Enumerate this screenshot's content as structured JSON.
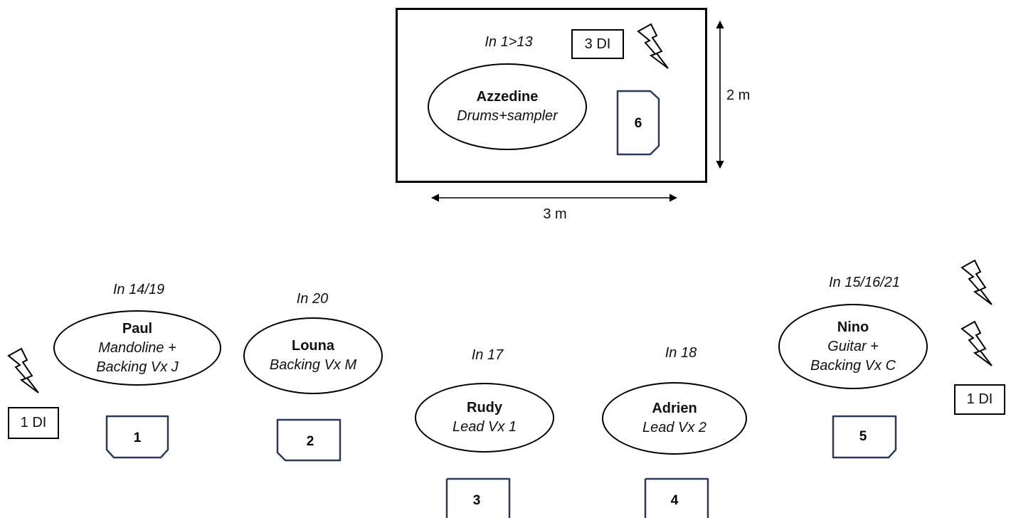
{
  "riser": {
    "input": "In 1>13",
    "di": "3 DI",
    "musician": {
      "name": "Azzedine",
      "role": "Drums+sampler"
    },
    "wedge": "6",
    "width_label": "3 m",
    "depth_label": "2 m"
  },
  "musicians": [
    {
      "input": "In 14/19",
      "name": "Paul",
      "role_line1": "Mandoline +",
      "role_line2": "Backing Vx J",
      "wedge": "1"
    },
    {
      "input": "In 20",
      "name": "Louna",
      "role_line1": "Backing Vx M",
      "wedge": "2"
    },
    {
      "input": "In 17",
      "name": "Rudy",
      "role_line1": "Lead Vx 1",
      "wedge": "3"
    },
    {
      "input": "In 18",
      "name": "Adrien",
      "role_line1": "Lead Vx 2",
      "wedge": "4"
    },
    {
      "input": "In 15/16/21",
      "name": "Nino",
      "role_line1": "Guitar +",
      "role_line2": "Backing Vx C",
      "wedge": "5"
    }
  ],
  "di_left": "1 DI",
  "di_right": "1 DI",
  "icons": {
    "power": "lightning-bolt-icon",
    "wedge": "wedge-monitor-icon"
  }
}
